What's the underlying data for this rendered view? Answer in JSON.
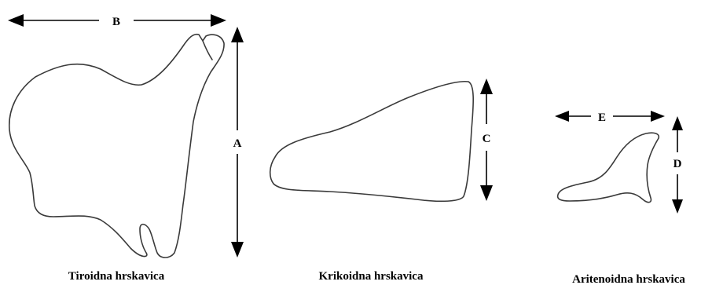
{
  "labels": {
    "thyroid_width": "B",
    "thyroid_height": "A",
    "cricoid_height": "C",
    "arytenoid_width": "E",
    "arytenoid_height": "D"
  },
  "captions": {
    "thyroid": "Tiroidna hrskavica",
    "cricoid": "Krikoidna hrskavica",
    "arytenoid": "Aritenoidna hrskavica"
  }
}
